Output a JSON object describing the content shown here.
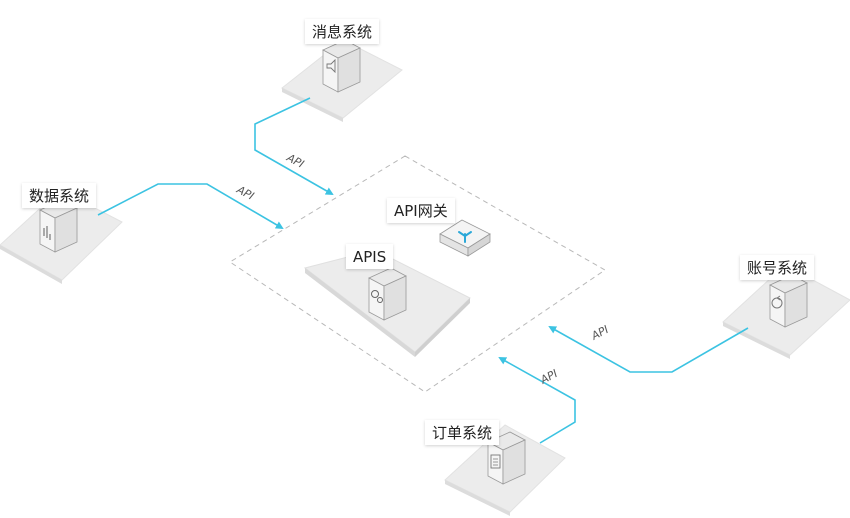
{
  "nodes": {
    "message": {
      "label": "消息系统"
    },
    "data": {
      "label": "数据系统"
    },
    "account": {
      "label": "账号系统"
    },
    "order": {
      "label": "订单系统"
    },
    "gateway": {
      "label": "API网关"
    },
    "apis": {
      "label": "APIS"
    }
  },
  "edges": [
    {
      "from": "消息系统",
      "to": "API网关",
      "label": "API"
    },
    {
      "from": "数据系统",
      "to": "API网关",
      "label": "API"
    },
    {
      "from": "账号系统",
      "to": "API网关",
      "label": "API"
    },
    {
      "from": "订单系统",
      "to": "API网关",
      "label": "API"
    }
  ],
  "colors": {
    "connector": "#3cc3e2",
    "platform_top": "#ececec",
    "platform_side": "#d8d8d8",
    "server_face": "#f7f7f7",
    "gateway_accent": "#2ba8d8",
    "dashed_border": "#b8b8b8"
  },
  "icons": {
    "message": "speaker-icon",
    "data": "bar-chart-icon",
    "account": "refresh-icon",
    "order": "document-icon",
    "apis": "gears-icon",
    "gateway": "branch-icon"
  }
}
